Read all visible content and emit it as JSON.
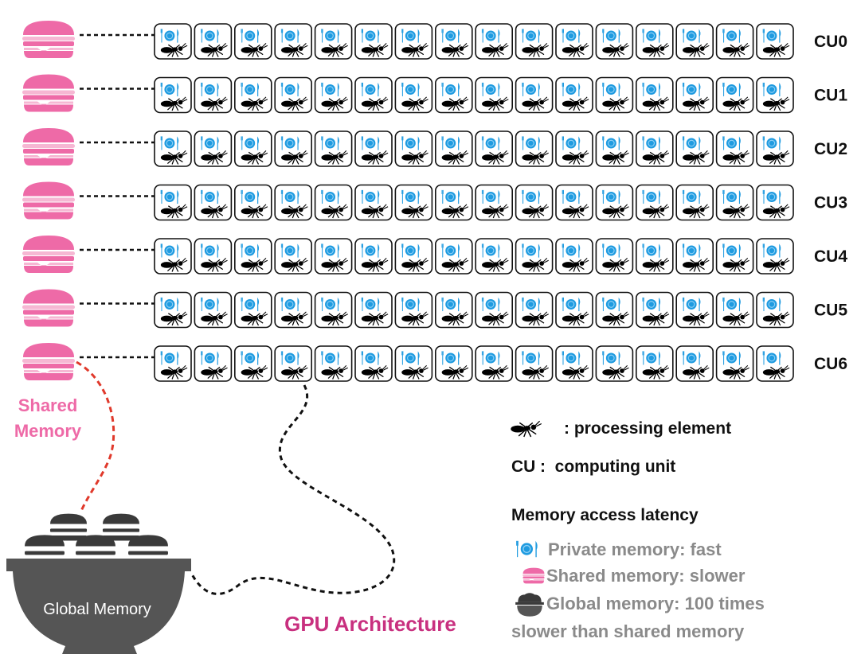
{
  "colors": {
    "shared": "#ee6aa7",
    "shared_light": "#f6b7d3",
    "plate": "#1f9be0",
    "plate_ring": "#8fd0f5",
    "global": "#555555",
    "global_burger": "#3a3a3a",
    "link_red": "#e0392b",
    "arch": "#c8307f",
    "ink": "#111111",
    "gray_text": "#8a8a8a"
  },
  "icons": {
    "processing_element": "ant-icon",
    "private_memory": "plate-cutlery-icon",
    "shared_memory": "burger-icon",
    "global_memory": "bowl-icon"
  },
  "diagram": {
    "compute_units": [
      {
        "label": "CU0"
      },
      {
        "label": "CU1"
      },
      {
        "label": "CU2"
      },
      {
        "label": "CU3"
      },
      {
        "label": "CU4"
      },
      {
        "label": "CU5"
      },
      {
        "label": "CU6"
      }
    ],
    "elements_per_unit": 16,
    "shared_memory_label": [
      "Shared",
      "Memory"
    ],
    "global_memory_label": "Global Memory",
    "architecture_label": "GPU Architecture"
  },
  "legend": {
    "processing_element": ": processing element",
    "computing_unit_abbr": "CU",
    "computing_unit_text": ":  computing unit",
    "latency_title": "Memory access latency",
    "private": "Private memory: fast",
    "shared": "Shared memory: slower",
    "global_line1": "Global memory: 100 times",
    "global_line2": "slower than shared memory"
  }
}
